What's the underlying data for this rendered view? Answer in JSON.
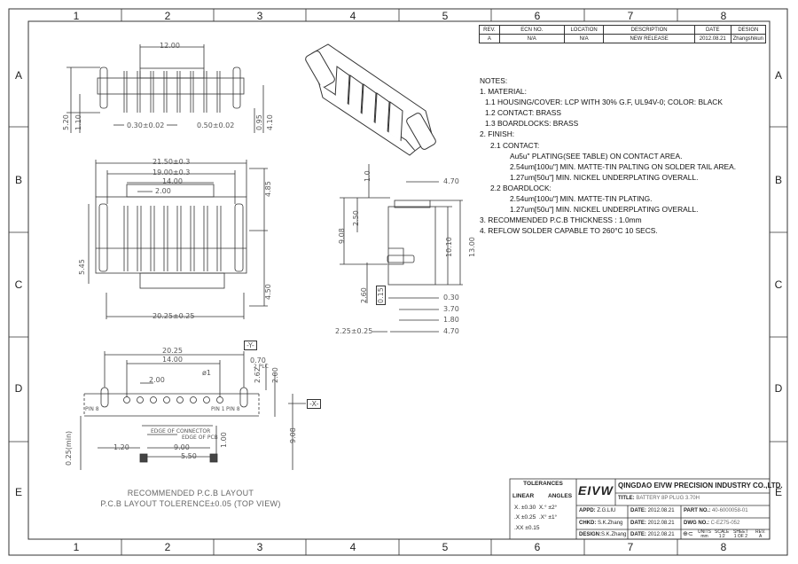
{
  "frame": {
    "columns": [
      "1",
      "2",
      "3",
      "4",
      "5",
      "6",
      "7",
      "8"
    ],
    "rows": [
      "A",
      "B",
      "C",
      "D",
      "E"
    ]
  },
  "revision_table": {
    "headers": [
      "REV.",
      "ECN NO.",
      "LOCATION",
      "DESCRIPTION",
      "DATE",
      "DESIGN"
    ],
    "row": [
      "A",
      "N/A",
      "N/A",
      "NEW RELEASE",
      "2012.08.21",
      "Zhangshikun"
    ]
  },
  "notes": [
    "NOTES:",
    "1. MATERIAL:",
    "1.1 HOUSING/COVER: LCP WITH 30% G.F, UL94V-0; COLOR: BLACK",
    "1.2 CONTACT: BRASS",
    "1.3 BOARDLOCKS: BRASS",
    "2. FINISH:",
    "2.1 CONTACT:",
    "Au5u\" PLATING(SEE TABLE) ON CONTACT AREA.",
    "2.54um[100u\"] MIN. MATTE-TIN PALTING ON SOLDER TAIL AREA.",
    "1.27um[50u\"] MIN. NICKEL UNDERPLATING OVERALL.",
    "2.2 BOARDLOCK:",
    "2.54um[100u\"] MIN. MATTE-TIN PLATING.",
    "1.27um[50u\"] MIN. NICKEL UNDERPLATING OVERALL.",
    "3. RECOMMENDED P.C.B THICKNESS : 1.0mm",
    "4. REFLOW SOLDER CAPABLE TO 260°C 10 SECS."
  ],
  "dims": {
    "top_width": "12.00",
    "pitch_a": "0.30±0.02",
    "pitch_b": "0.50±0.02",
    "h520": "5.20",
    "h110": "1.10",
    "h095": "0.95",
    "h410": "4.10",
    "w2150": "21.50±0.3",
    "w1900": "19.00±0.3",
    "w1400": "14.00",
    "w200": "2.00",
    "h485": "4.85",
    "h545": "5.45",
    "h450": "4.50",
    "w2025": "20.25±0.25",
    "s10": "1.0",
    "s250": "2.50",
    "s908": "9.08",
    "s470": "4.70",
    "s1010": "10.10",
    "s1300": "13.00",
    "s260": "2.60",
    "s030": "0.30",
    "s370": "3.70",
    "s180": "1.80",
    "s225": "2.25±0.25",
    "s470b": "4.70",
    "tol_box": "0.15",
    "p2025": "20.25",
    "p1400": "14.00",
    "p070": "0.70",
    "p200": "2.00",
    "pdia": "ø1",
    "p2plc": "2 PLC",
    "p262": "2.62",
    "p200b": "2.00",
    "p908": "9.08",
    "p025": "0.25(min)",
    "p120": "1.20",
    "p100": "1.00",
    "p900": "9.00",
    "p550": "5.50",
    "datum_y": "-Y-",
    "datum_x": "-X-",
    "pin1": "PIN 1",
    "pin8": "PIN 8",
    "edge_conn": "EDGE OF CONNECTOR",
    "edge_pcb": "EDGE OF PCB"
  },
  "layout_caption": {
    "line1": "RECOMMENDED P.C.B LAYOUT",
    "line2": "P.C.B LAYOUT TOLERENCE±0.05 (TOP VIEW)"
  },
  "tolerances": {
    "title": "TOLERANCES",
    "linear": "LINEAR",
    "angles": "ANGLES",
    "rows": [
      [
        "X.",
        "±0.30",
        "X.°",
        "±2°"
      ],
      [
        ".X",
        "±0.25",
        ".X°",
        "±1°"
      ],
      [
        ".XX",
        "±0.15",
        "",
        ""
      ]
    ]
  },
  "title_block": {
    "logo": "EIVW",
    "company": "QINGDAO EIVW PRECISION INDUSTRY CO.,LTD.",
    "title_label": "TITLE:",
    "title": "BATTERY 8P PLUG 3.70H",
    "appd_label": "APPD:",
    "appd": "Z.G.LIU",
    "chkd_label": "CHKD:",
    "chkd": "S.K.Zhang",
    "design_label": "DESIGN:",
    "design": "S.K.Zhang",
    "date_label": "DATE:",
    "date": "2012.08.21",
    "part_label": "PART NO.:",
    "part": "40-6000058-01",
    "dwg_label": "DWG NO.:",
    "dwg": "C-EZ75-052",
    "units_label": "UNITS",
    "units": "mm",
    "scale_label": "SCALE",
    "scale": "1:2",
    "sheet_label": "SHEET",
    "sheet": "1 OF 2",
    "rev_label": "REV.",
    "rev": "A"
  }
}
